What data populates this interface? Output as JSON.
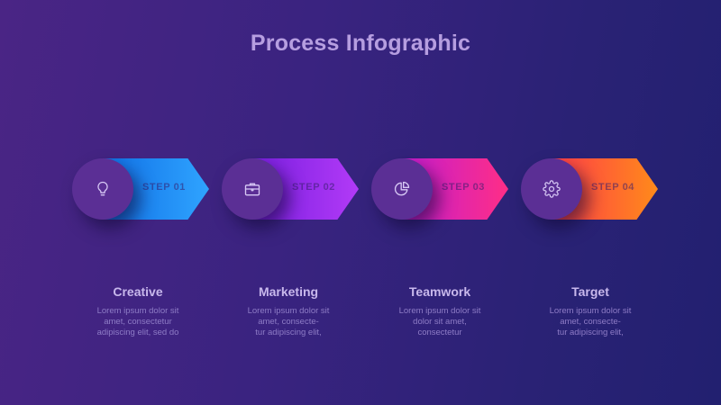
{
  "title": "Process Infographic",
  "steps": [
    {
      "label": "STEP 01",
      "icon": "lightbulb-icon",
      "title": "Creative",
      "description": "Lorem ipsum dolor sit\namet, consectetur\nadipiscing elit, sed do",
      "gradient": [
        "#1070e6",
        "#2fa4ff"
      ]
    },
    {
      "label": "STEP 02",
      "icon": "briefcase-icon",
      "title": "Marketing",
      "description": "Lorem ipsum dolor sit\namet, consecte-\ntur adipiscing elit,",
      "gradient": [
        "#7a1fe0",
        "#b23af7"
      ]
    },
    {
      "label": "STEP 03",
      "icon": "pie-chart-icon",
      "title": "Teamwork",
      "description": "Lorem ipsum dolor sit\ndolor sit amet,\nconsectetur",
      "gradient": [
        "#c41cd0",
        "#ff2e86"
      ]
    },
    {
      "label": "STEP 04",
      "icon": "gear-icon",
      "title": "Target",
      "description": "Lorem ipsum dolor sit\namet, consecte-\ntur adipiscing elit,",
      "gradient": [
        "#ff3d4a",
        "#ff8a1a"
      ]
    }
  ]
}
